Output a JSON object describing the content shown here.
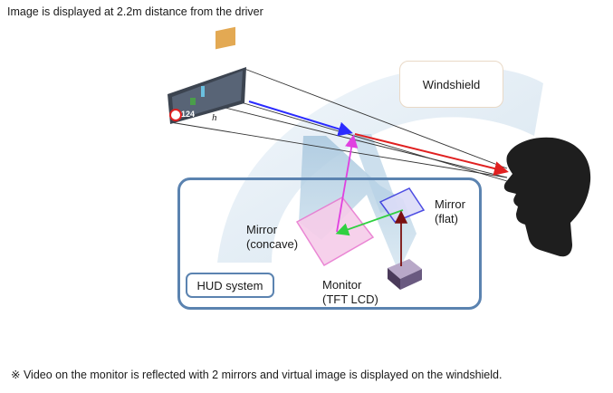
{
  "caption_top": "Image is displayed at 2.2m distance from the driver",
  "caption_bottom": "※ Video on the monitor is reflected with 2 mirrors and virtual image is displayed on the windshield.",
  "labels": {
    "windshield": "Windshield",
    "mirror_flat_line1": "Mirror",
    "mirror_flat_line2": "(flat)",
    "mirror_concave_line1": "Mirror",
    "mirror_concave_line2": "(concave)",
    "monitor_line1": "Monitor",
    "monitor_line2": "(TFT LCD)",
    "hud_system": "HUD system",
    "height_mark": "h"
  },
  "hud_readout": {
    "speed": "124"
  },
  "colors": {
    "box_border": "#5b83b0",
    "ray_blue": "#2b2bff",
    "ray_red": "#e02020",
    "ray_magenta": "#e040e0",
    "ray_green": "#30d040",
    "ray_darkred": "#7a1010",
    "mirror_pink": "#e87ad0",
    "mirror_blue": "#3a3ae0",
    "head": "#1e1e1e"
  }
}
